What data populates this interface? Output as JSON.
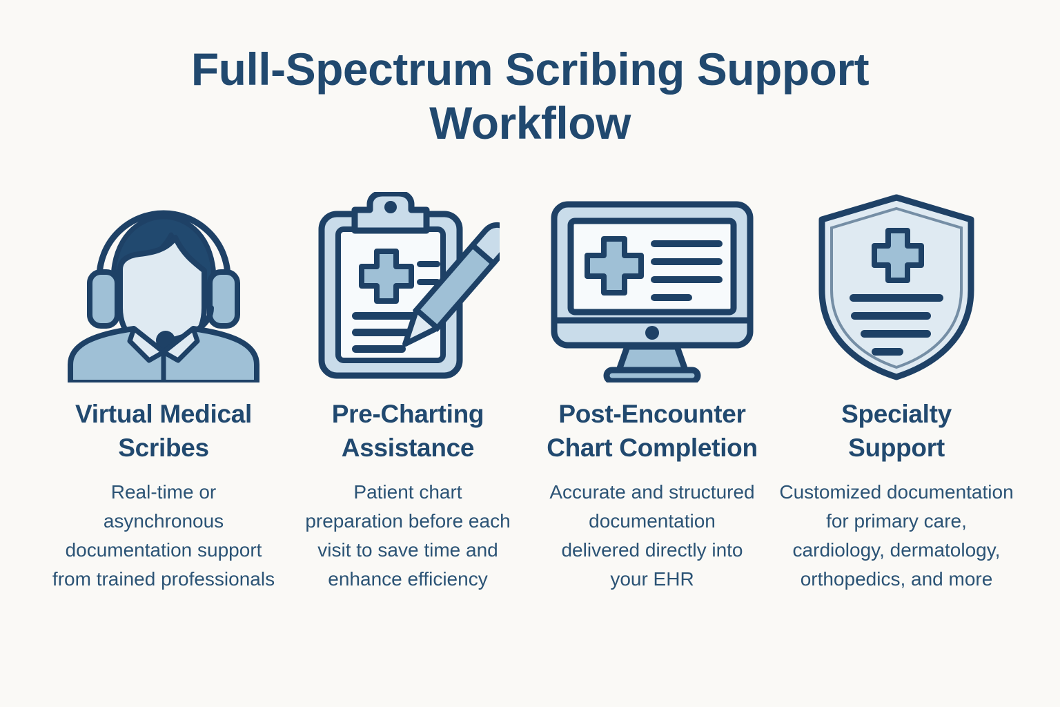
{
  "title": "Full-Spectrum Scribing Support Workflow",
  "colors": {
    "background": "#faf9f6",
    "navy": "#21496f",
    "outline": "#1e4166",
    "mid_blue": "#9fc0d6",
    "light_blue": "#c9dcea",
    "pale": "#dfeaf2",
    "near_white": "#f4f8fb",
    "body_text": "#2b5375"
  },
  "columns": [
    {
      "icon": "headset-person-icon",
      "heading": "Virtual Medical Scribes",
      "body": "Real-time or asynchronous documentation support from trained professionals"
    },
    {
      "icon": "clipboard-pencil-icon",
      "heading": "Pre-Charting Assistance",
      "body": "Patient chart preparation before each visit to save time and enhance efficiency"
    },
    {
      "icon": "monitor-ehr-icon",
      "heading": "Post-Encounter Chart Completion",
      "body": "Accurate and structured documentation delivered directly into your EHR"
    },
    {
      "icon": "medical-shield-icon",
      "heading": "Specialty Support",
      "body": "Customized documentation for primary care, cardiology, dermatology, orthopedics, and more"
    }
  ]
}
